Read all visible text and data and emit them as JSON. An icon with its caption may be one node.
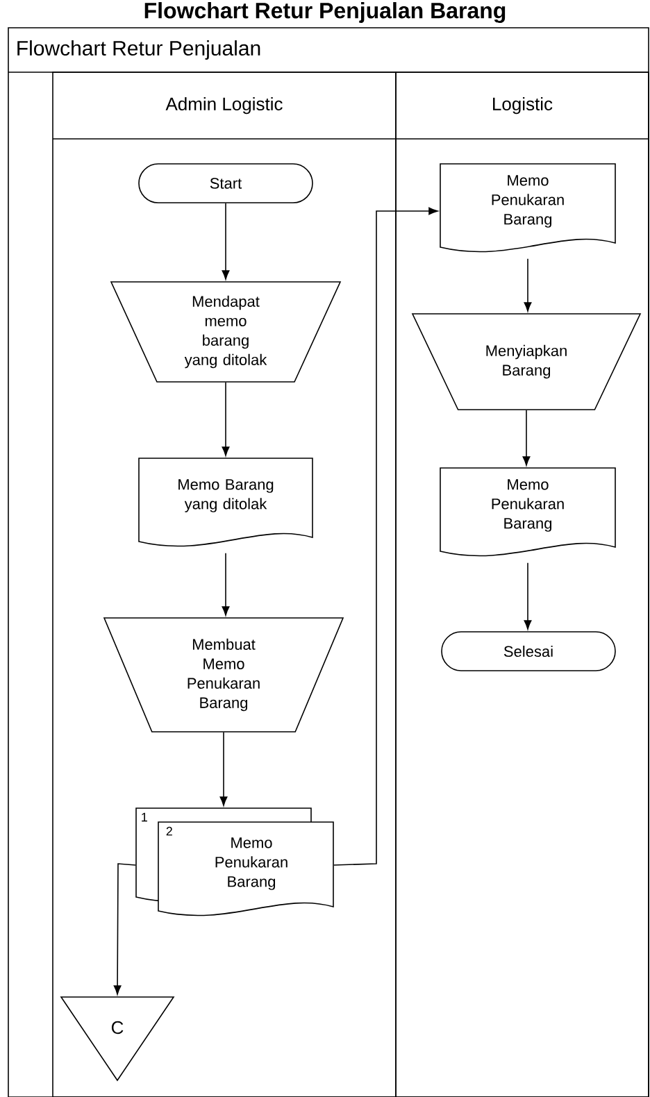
{
  "diagram": {
    "title": "Flowchart Retur Penjualan Barang",
    "nodes": [
      {
        "text": [
          "Flowchart Retur Penjualan"
        ]
      },
      {
        "text": [
          "Admin Logistic"
        ],
        "in": 0
      },
      {
        "text": [
          "Logistic"
        ],
        "in": 0
      },
      {
        "text": [
          "Start"
        ],
        "in": 1
      },
      {
        "text": [
          "Mendapat memo barang yang ditolak"
        ],
        "in": 1
      },
      {
        "text": [
          "Memo Barang yang ditolak"
        ],
        "in": 1
      },
      {
        "text": [
          "Membuat Memo Penukaran Barang"
        ],
        "in": 1
      },
      {
        "text": [
          "1",
          "2",
          "Memo Penukaran Barang"
        ],
        "in": 1
      },
      {
        "text": [
          "C"
        ],
        "in": 1
      },
      {
        "text": [
          "Memo Penukaran Barang"
        ],
        "in": 2
      },
      {
        "text": [
          "Menyiapkan Barang"
        ],
        "in": 2
      },
      {
        "text": [
          "Memo Penukaran Barang"
        ],
        "in": 2
      },
      {
        "text": [
          "Selesai"
        ],
        "in": 2
      }
    ],
    "edges": [
      {
        "from": 3,
        "to": 4,
        "arrow": "to"
      },
      {
        "from": 4,
        "to": 5,
        "arrow": "to"
      },
      {
        "from": 5,
        "to": 6,
        "arrow": "to"
      },
      {
        "from": 6,
        "to": 7,
        "arrow": "to"
      },
      {
        "from": 7,
        "to": 9,
        "arrow": "to"
      },
      {
        "from": 7,
        "to": 8,
        "arrow": "to"
      },
      {
        "from": 9,
        "to": 10,
        "arrow": "to"
      },
      {
        "from": 10,
        "to": 11,
        "arrow": "to"
      },
      {
        "from": 11,
        "to": 12,
        "arrow": "to"
      }
    ]
  }
}
